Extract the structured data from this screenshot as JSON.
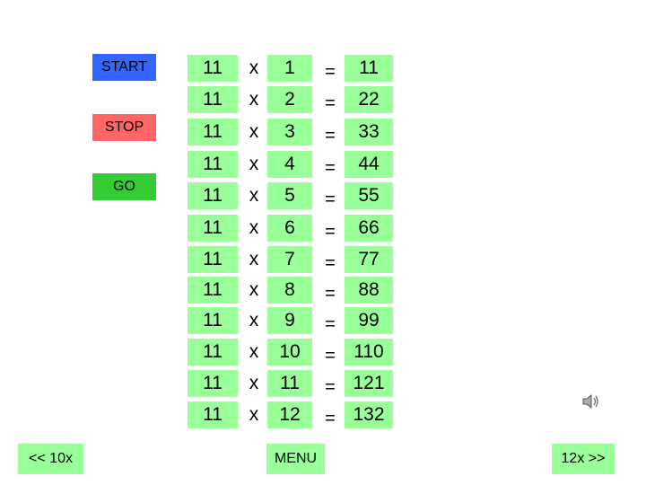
{
  "controls": {
    "start": "START",
    "stop": "STOP",
    "go": "GO"
  },
  "table": {
    "rows": [
      {
        "a": "11",
        "op": "x",
        "b": "1",
        "eq": "=",
        "r": "11"
      },
      {
        "a": "11",
        "op": "x",
        "b": "2",
        "eq": "=",
        "r": "22"
      },
      {
        "a": "11",
        "op": "x",
        "b": "3",
        "eq": "=",
        "r": "33"
      },
      {
        "a": "11",
        "op": "x",
        "b": "4",
        "eq": "=",
        "r": "44"
      },
      {
        "a": "11",
        "op": "x",
        "b": "5",
        "eq": "=",
        "r": "55"
      },
      {
        "a": "11",
        "op": "x",
        "b": "6",
        "eq": "=",
        "r": "66"
      },
      {
        "a": "11",
        "op": "x",
        "b": "7",
        "eq": "=",
        "r": "77"
      },
      {
        "a": "11",
        "op": "x",
        "b": "8",
        "eq": "=",
        "r": "88"
      },
      {
        "a": "11",
        "op": "x",
        "b": "9",
        "eq": "=",
        "r": "99"
      },
      {
        "a": "11",
        "op": "x",
        "b": "10",
        "eq": "=",
        "r": "110"
      },
      {
        "a": "11",
        "op": "x",
        "b": "11",
        "eq": "=",
        "r": "121"
      },
      {
        "a": "11",
        "op": "x",
        "b": "12",
        "eq": "=",
        "r": "132"
      }
    ]
  },
  "nav": {
    "prev": "<< 10x",
    "menu": "MENU",
    "next": "12x >>"
  },
  "icons": {
    "sound": "speaker-icon"
  },
  "colors": {
    "start": "#3366ff",
    "stop": "#ff6666",
    "go": "#33cc33",
    "cell": "#99ff99"
  }
}
